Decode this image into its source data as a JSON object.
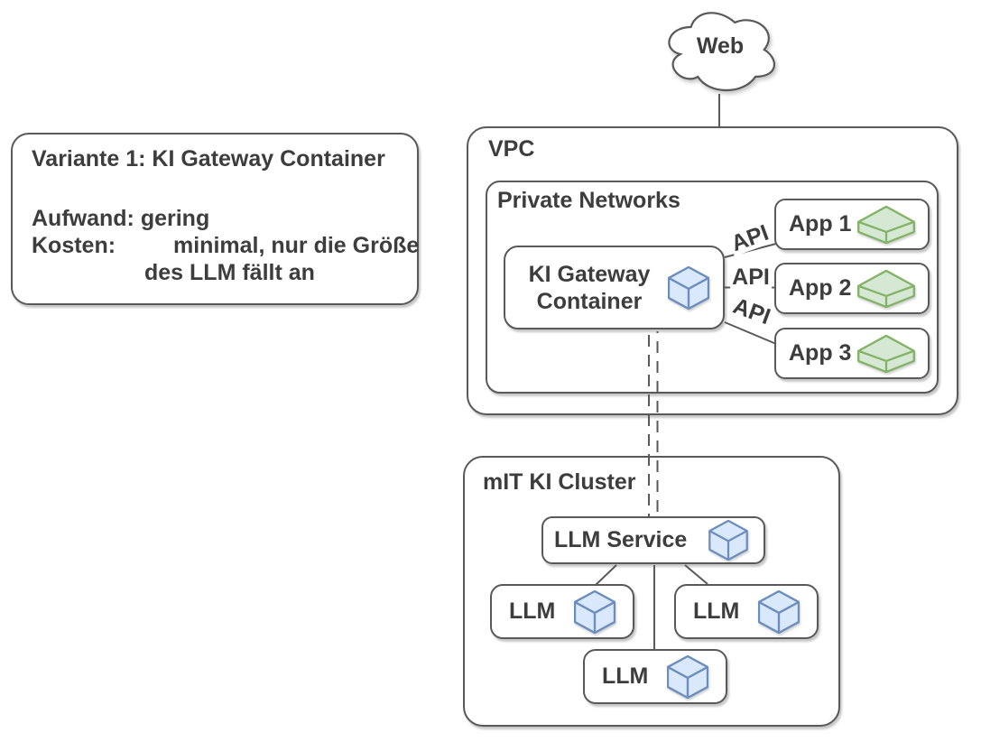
{
  "note": {
    "title": "Variante 1: KI Gateway Container",
    "aufwand_label": "Aufwand:",
    "aufwand_value": "gering",
    "kosten_label": "Kosten:",
    "kosten_value": "minimal, nur die Größe",
    "kosten_value2": "des LLM fällt an"
  },
  "cloud": {
    "label": "Web"
  },
  "vpc": {
    "label": "VPC"
  },
  "private_networks": {
    "label": "Private Networks"
  },
  "gateway": {
    "title_line1": "KI Gateway",
    "title_line2": "Container",
    "icon": "cube-icon"
  },
  "api_connections": [
    {
      "label": "API"
    },
    {
      "label": "API"
    },
    {
      "label": "API"
    }
  ],
  "apps": [
    {
      "label": "App 1",
      "icon": "app-slab-icon"
    },
    {
      "label": "App 2",
      "icon": "app-slab-icon"
    },
    {
      "label": "App 3",
      "icon": "app-slab-icon"
    }
  ],
  "cluster": {
    "label": "mIT KI Cluster"
  },
  "llm_service": {
    "label": "LLM Service",
    "icon": "cube-icon"
  },
  "llm_nodes": [
    {
      "label": "LLM",
      "icon": "cube-icon"
    },
    {
      "label": "LLM",
      "icon": "cube-icon"
    },
    {
      "label": "LLM",
      "icon": "cube-icon"
    }
  ],
  "colors": {
    "box_stroke": "#595959",
    "text": "#3d3d3d",
    "cube_fill": "#dae8fc",
    "cube_stroke": "#6c8ebf",
    "app_fill": "#d5e8d4",
    "app_stroke": "#82b366"
  }
}
